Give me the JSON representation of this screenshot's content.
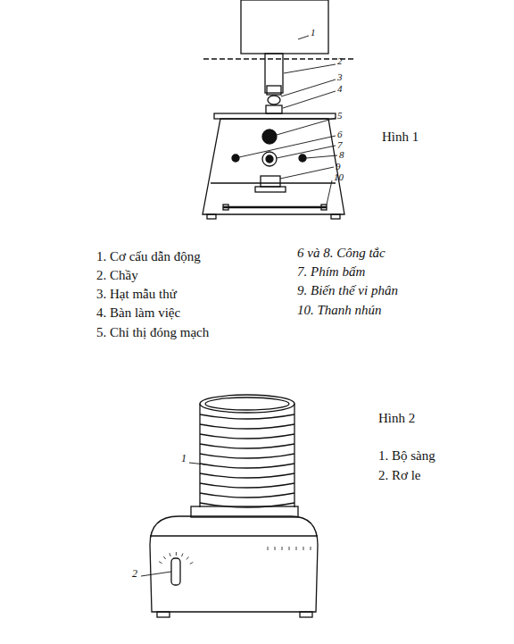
{
  "diagram": {
    "labels": [
      "1",
      "2",
      "3",
      "4",
      "5",
      "6",
      "7",
      "8",
      "9",
      "10",
      "Hình 1",
      "1. Cơ cấu dẫn động",
      "2. Chầy",
      "3. Hạt mẫu thử",
      "4. Bàn làm việc",
      "5. Chỉ thị đóng mạch",
      "6 và 8. Công tắc",
      "7. Phím bấm",
      "9. Biến thế vi phân",
      "10. Thanh nhún",
      "Hình 2",
      "1. Bộ sàng",
      "2. Rơ le",
      "1",
      "2"
    ]
  }
}
